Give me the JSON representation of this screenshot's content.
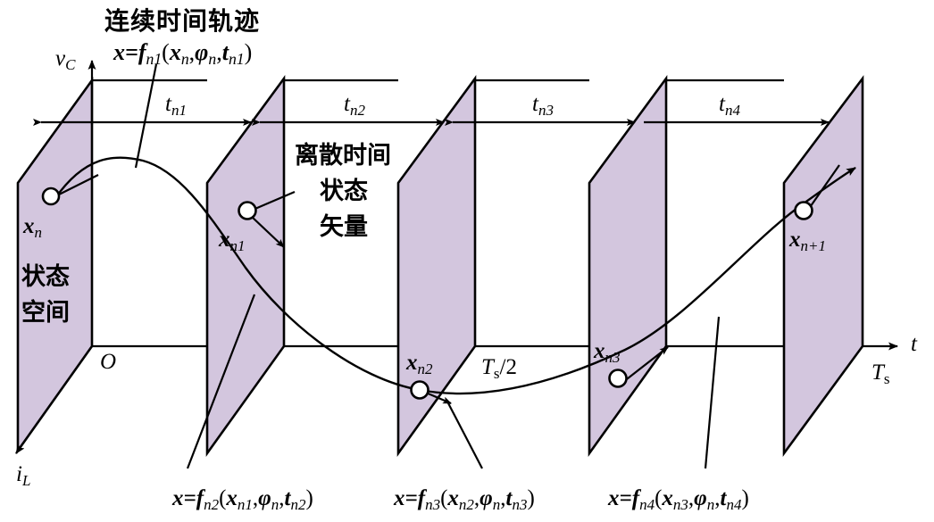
{
  "figure": {
    "kind": "state-space-sampling-diagram",
    "colors": {
      "plane_fill": "#d3c6de",
      "stroke": "#000000",
      "background": "#ffffff"
    },
    "title_block": {
      "caption": "连续时间轨迹",
      "formula_plain": "x=f",
      "formula_sub1": "n1",
      "formula_args_open": "(",
      "formula_arg_x": "x",
      "formula_arg_x_sub": "n",
      "formula_comma1": ",",
      "formula_arg_phi": "φ",
      "formula_arg_phi_sub": "n",
      "formula_comma2": ",",
      "formula_arg_t": "t",
      "formula_arg_t_sub": "n1",
      "formula_close": ")",
      "full": "x=f n1(x n, φ n, t n1)"
    },
    "annotation": {
      "discrete_label_line1": "离散时间",
      "discrete_label_line2": "状态",
      "discrete_label_line3": "矢量"
    },
    "state_space_label": {
      "line1": "状态",
      "line2": "空间"
    },
    "axes": [
      {
        "name": "v_C",
        "symbol": "v",
        "sub": "C",
        "direction": "up",
        "interactable": false
      },
      {
        "name": "i_L",
        "symbol": "i",
        "sub": "L",
        "direction": "down-left",
        "interactable": false
      },
      {
        "name": "t",
        "symbol": "t",
        "sub": "",
        "direction": "right",
        "interactable": false
      }
    ],
    "origin_label": "O",
    "time_marks": [
      {
        "name": "half-period",
        "symbol": "T",
        "sub": "s",
        "suffix": "/2"
      },
      {
        "name": "full-period",
        "symbol": "T",
        "sub": "s",
        "suffix": ""
      }
    ],
    "intervals": [
      {
        "id": "tn1",
        "symbol": "t",
        "sub": "n1"
      },
      {
        "id": "tn2",
        "symbol": "t",
        "sub": "n2"
      },
      {
        "id": "tn3",
        "symbol": "t",
        "sub": "n3"
      },
      {
        "id": "tn4",
        "symbol": "t",
        "sub": "n4"
      }
    ],
    "state_points": [
      {
        "id": "xn",
        "symbol": "x",
        "sub": "n"
      },
      {
        "id": "xn1",
        "symbol": "x",
        "sub": "n1"
      },
      {
        "id": "xn2",
        "symbol": "x",
        "sub": "n2"
      },
      {
        "id": "xn3",
        "symbol": "x",
        "sub": "n3"
      },
      {
        "id": "xnp1",
        "symbol": "x",
        "sub": "n+1"
      }
    ],
    "bottom_formulas": [
      {
        "id": "fn2",
        "lhs": "x=f",
        "f_sub": "n2",
        "arg1": "x",
        "arg1_sub": "n1",
        "arg2": "φ",
        "arg2_sub": "n",
        "arg3": "t",
        "arg3_sub": "n2",
        "full": "x=f n2(x n1, φ n, t n2)"
      },
      {
        "id": "fn3",
        "lhs": "x=f",
        "f_sub": "n3",
        "arg1": "x",
        "arg1_sub": "n2",
        "arg2": "φ",
        "arg2_sub": "n",
        "arg3": "t",
        "arg3_sub": "n3",
        "full": "x=f n3(x n2, φ n, t n3)"
      },
      {
        "id": "fn4",
        "lhs": "x=f",
        "f_sub": "n4",
        "arg1": "x",
        "arg1_sub": "n3",
        "arg2": "φ",
        "arg2_sub": "n",
        "arg3": "t",
        "arg3_sub": "n4",
        "full": "x=f n4(x n3, φ n, t n4)"
      }
    ],
    "punctuation": {
      "comma": ",",
      "open_paren": "(",
      "close_paren": ")",
      "equals": "="
    }
  }
}
